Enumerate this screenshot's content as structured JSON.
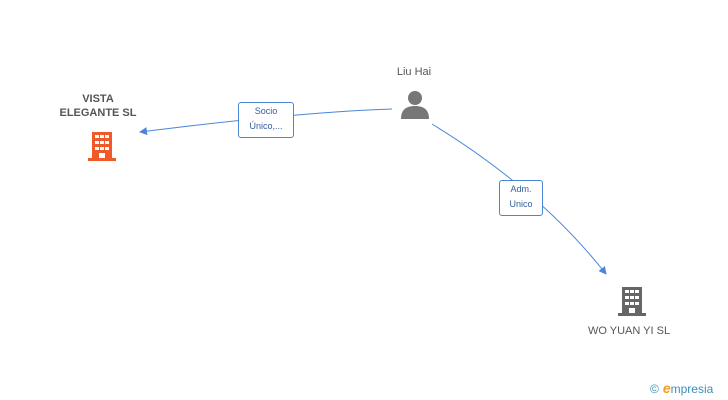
{
  "nodes": {
    "person": {
      "name": "Liu Hai",
      "icon": "person-icon"
    },
    "company_main": {
      "line1": "VISTA",
      "line2": "ELEGANTE SL",
      "icon": "building-icon",
      "color": "#f05a28"
    },
    "company_other": {
      "name": "WO YUAN YI SL",
      "icon": "building-icon",
      "color": "#666666"
    }
  },
  "edges": [
    {
      "from": "Liu Hai",
      "to": "VISTA ELEGANTE SL",
      "line1": "Socio",
      "line2": "Único,..."
    },
    {
      "from": "Liu Hai",
      "to": "WO YUAN YI SL",
      "line1": "Adm.",
      "line2": "Unico"
    }
  ],
  "colors": {
    "edge": "#4a86d8",
    "edge_label_text": "#2f5f9e"
  },
  "branding": {
    "copyright": "©",
    "initial": "e",
    "rest": "mpresia"
  }
}
